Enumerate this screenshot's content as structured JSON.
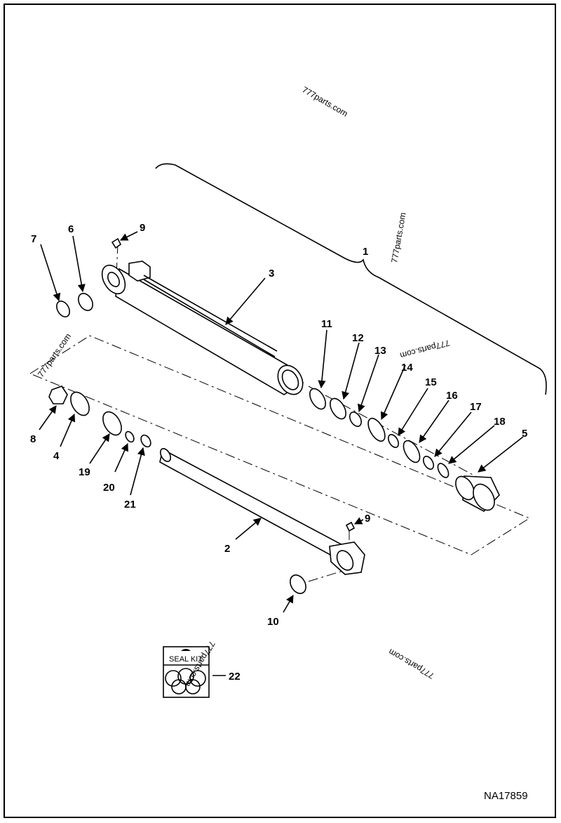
{
  "diagram": {
    "drawing_number": "NA17859",
    "seal_kit_label": "SEAL KIT",
    "watermark": "777parts.com",
    "callouts": [
      "1",
      "2",
      "3",
      "4",
      "5",
      "6",
      "7",
      "8",
      "9",
      "9",
      "10",
      "11",
      "12",
      "13",
      "14",
      "15",
      "16",
      "17",
      "18",
      "19",
      "20",
      "21",
      "22"
    ]
  }
}
